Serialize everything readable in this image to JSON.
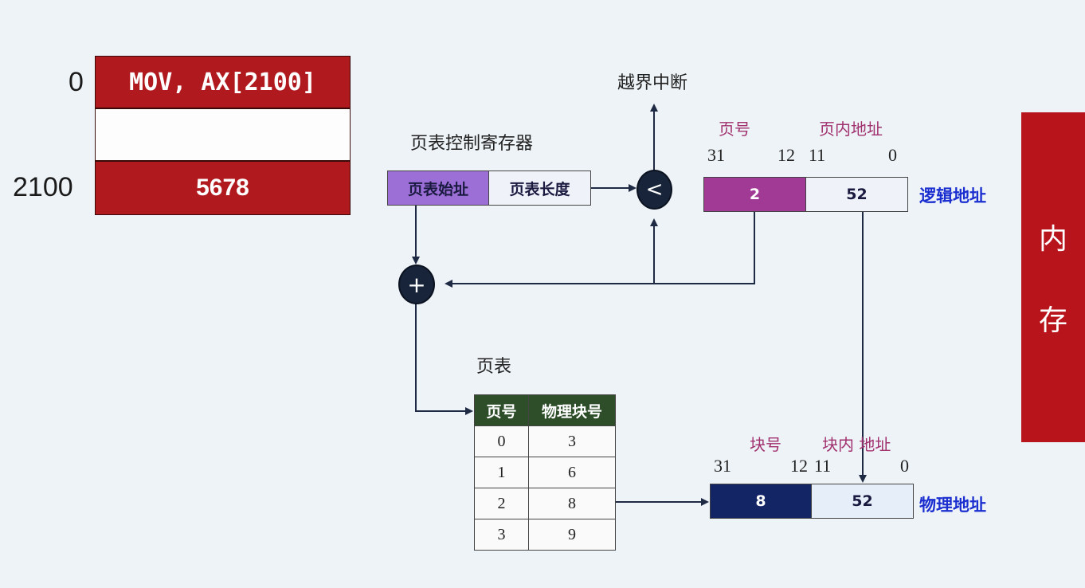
{
  "memory": {
    "addr_0": "0",
    "addr_2100": "2100",
    "instruction": "MOV, AX[2100]",
    "value": "5678"
  },
  "control_register": {
    "title": "页表控制寄存器",
    "base_label": "页表始址",
    "length_label": "页表长度"
  },
  "interrupt_label": "越界中断",
  "compare_symbol": "<",
  "add_symbol": "+",
  "logical": {
    "page_no_header": "页号",
    "offset_header": "页内地址",
    "bit_31": "31",
    "bit_12": "12",
    "bit_11": "11",
    "bit_0": "0",
    "page_value": "2",
    "offset_value": "52",
    "label": "逻辑地址"
  },
  "page_table": {
    "title": "页表",
    "col_page": "页号",
    "col_frame": "物理块号",
    "rows": [
      {
        "page": "0",
        "frame": "3"
      },
      {
        "page": "1",
        "frame": "6"
      },
      {
        "page": "2",
        "frame": "8"
      },
      {
        "page": "3",
        "frame": "9"
      }
    ]
  },
  "physical": {
    "block_header": "块号",
    "offset_header": "块内 地址",
    "bit_31": "31",
    "bit_12": "12",
    "bit_11": "11",
    "bit_0": "0",
    "block_value": "8",
    "offset_value": "52",
    "label": "物理地址"
  },
  "side_panel": {
    "char1": "内",
    "char2": "存"
  },
  "colors": {
    "memory_red": "#b01a1f",
    "base_purple": "#9b6fd6",
    "page_magenta": "#a03a94",
    "block_navy": "#142566",
    "table_header_green": "#2e4e2a",
    "label_blue": "#1b2fd0"
  }
}
